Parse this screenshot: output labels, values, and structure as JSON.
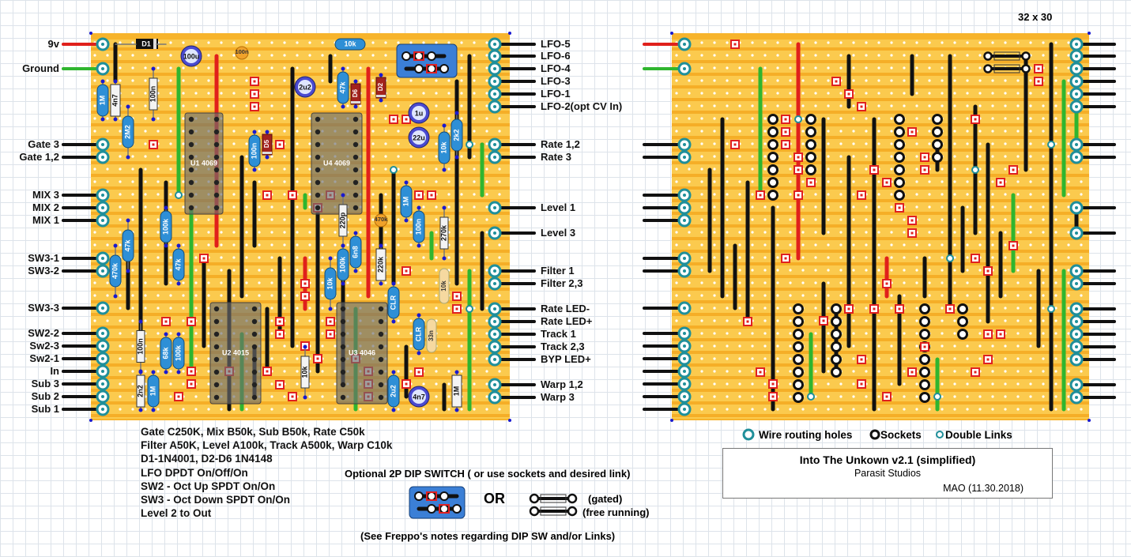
{
  "board_size": "32 x 30",
  "left_labels": [
    "9v",
    "Ground",
    "Gate 3",
    "Gate 1,2",
    "MIX 3",
    "MIX 2",
    "MIX 1",
    "SW3-1",
    "SW3-2",
    "SW3-3",
    "SW2-2",
    "Sw2-3",
    "Sw2-1",
    "In",
    "Sub 3",
    "Sub 2",
    "Sub 1"
  ],
  "right_labels": [
    "LFO-5",
    "LFO-6",
    "LFO-4",
    "LFO-3",
    "LFO-1",
    "LFO-2(opt CV In)",
    "Rate 1,2",
    "Rate 3",
    "Level 1",
    "Level 3",
    "Filter 1",
    "Filter 2,3",
    "Rate LED-",
    "Rate LED+",
    "Track 1",
    "Track 2,3",
    "BYP LED+",
    "Warp 1,2",
    "Warp 3"
  ],
  "ic_labels": [
    "U1 4069",
    "U4 4069",
    "U2 4015",
    "U3 4046"
  ],
  "component_values": [
    "D1",
    "100u",
    "100n",
    "10k",
    "D6",
    "D2",
    "2u2",
    "47k",
    "1u",
    "22u",
    "2k2",
    "10k",
    "1M",
    "4n7",
    "100n",
    "2M2",
    "47k",
    "470k",
    "100k",
    "47k",
    "100n",
    "68k",
    "100k",
    "1M",
    "2n2",
    "100n",
    "220p",
    "470k",
    "100n",
    "270k",
    "6n8",
    "220k",
    "100k",
    "10k",
    "CLR",
    "10k",
    "CLR",
    "33n",
    "10k",
    "2u2",
    "4n7",
    "1M",
    "D5"
  ],
  "notes": [
    "Gate C250K, Mix B50k, Sub B50k, Rate C50k",
    "Filter A50K, Level A100k, Track A500k, Warp C10k",
    "D1-1N4001, D2-D6 1N4148",
    "LFO DPDT On/Off/On",
    "SW2 - Oct Up SPDT On/On",
    "SW3 - Oct Down SPDT On/On",
    "Level 2 to Out"
  ],
  "legend": {
    "wire_routing": "Wire routing holes",
    "sockets": "Sockets",
    "double_links": "Double Links"
  },
  "title_box": {
    "title": "Into The Unkown v2.1 (simplified)",
    "author": "Parasit Studios",
    "credit": "MAO  (11.30.2018)"
  },
  "dip": {
    "title": "Optional 2P DIP SWITCH ( or use sockets and desired link)",
    "or": "OR",
    "gated": "(gated)",
    "free": "(free running)",
    "note": "(See Freppo's notes regarding DIP SW and/or Links)"
  },
  "colors": {
    "board": "#f7b42c",
    "strip": "#fbca4e",
    "wire_black": "#111111",
    "wire_red": "#e0201b",
    "wire_green": "#2fb52f",
    "resistor": "#2e8fd6",
    "cap_blue": "#4a4ad0",
    "ic": "#6d6d6d",
    "cut": "#e02020",
    "pad": "#1f8f9a"
  }
}
